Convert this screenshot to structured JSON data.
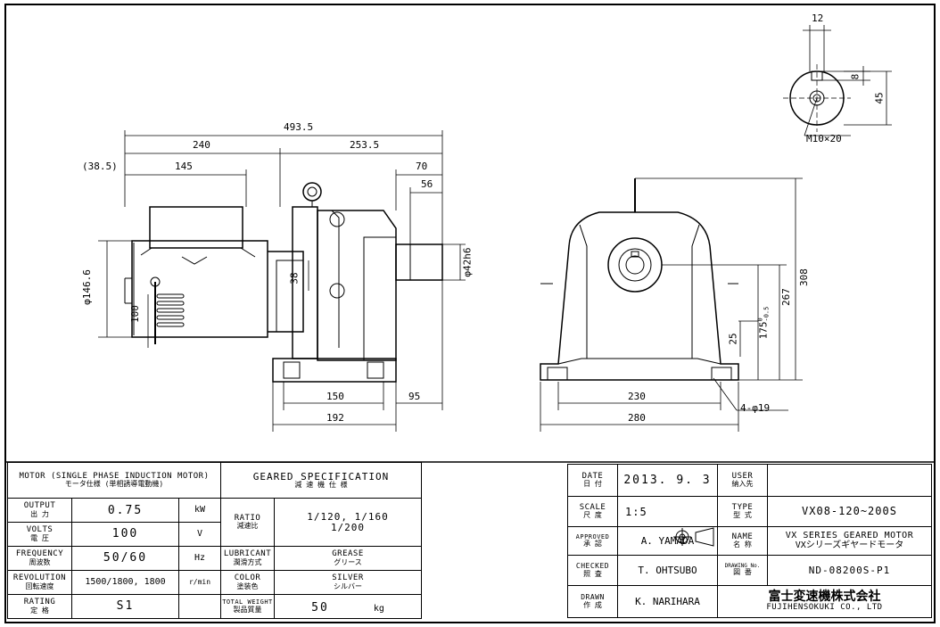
{
  "dimensions": {
    "d493_5": "493.5",
    "d240": "240",
    "d253_5": "253.5",
    "d38_5": "(38.5)",
    "d145": "145",
    "d70": "70",
    "d56": "56",
    "d146_6": "φ146.6",
    "d100": "100",
    "d38": "38",
    "d42h6": "φ42h6",
    "d150": "150",
    "d95": "95",
    "d192": "192",
    "d230": "230",
    "d280": "280",
    "d4_19": "4-φ19",
    "d25": "25",
    "d175": "175",
    "d175_tol_upper": "0",
    "d175_tol_lower": "-0.5",
    "d267": "267",
    "d308": "308",
    "d12": "12",
    "d8": "8",
    "d45": "45",
    "dM10": "M10×20"
  },
  "spec_table": {
    "motor_header_en": "MOTOR (SINGLE PHASE INDUCTION MOTOR)",
    "motor_header_jp": "モータ仕様 (単相誘導電動機)",
    "gear_header_en": "GEARED SPECIFICATION",
    "gear_header_jp": "減 速 機 仕 様",
    "rows": [
      {
        "label_en": "OUTPUT",
        "label_jp": "出 力",
        "value": "0.75",
        "unit": "kW",
        "g_label_en": "RATIO",
        "g_label_jp": "減速比",
        "g_value": "1/120, 1/160\n1/200"
      },
      {
        "label_en": "VOLTS",
        "label_jp": "電 圧",
        "value": "100",
        "unit": "V"
      },
      {
        "label_en": "FREQUENCY",
        "label_jp": "周波数",
        "value": "50/60",
        "unit": "Hz",
        "g_label_en": "LUBRICANT",
        "g_label_jp": "潤滑方式",
        "g_value_en": "GREASE",
        "g_value_jp": "グリース"
      },
      {
        "label_en": "REVOLUTION",
        "label_jp": "回転速度",
        "value": "1500/1800, 1800",
        "unit": "r/min",
        "g_label_en": "COLOR",
        "g_label_jp": "塗装色",
        "g_value_en": "SILVER",
        "g_value_jp": "シルバー"
      },
      {
        "label_en": "RATING",
        "label_jp": "定 格",
        "value": "S1",
        "unit": "",
        "g_label_en": "TOTAL WEIGHT",
        "g_label_jp": "製品質量",
        "g_value": "50",
        "g_unit": "kg"
      }
    ]
  },
  "title_block": {
    "date_en": "DATE",
    "date_jp": "日 付",
    "date": "2013. 9. 3",
    "user_en": "USER",
    "user_jp": "納入先",
    "user": "",
    "scale_en": "SCALE",
    "scale_jp": "尺 度",
    "scale": "1:5",
    "type_en": "TYPE",
    "type_jp": "型 式",
    "type": "VX08-120~200S",
    "approved_en": "APPROVED",
    "approved_jp": "承 認",
    "approved": "A. YAMADA",
    "name_en": "NAME",
    "name_jp": "名 称",
    "name_line1": "VX SERIES GEARED MOTOR",
    "name_line2": "VXシリーズギヤードモータ",
    "checked_en": "CHECKED",
    "checked_jp": "照 査",
    "checked": "T. OHTSUBO",
    "drawing_en": "DRAWING No.",
    "drawing_jp": "図 番",
    "drawing_no": "ND-08200S-P1",
    "drawn_en": "DRAWN",
    "drawn_jp": "作 成",
    "drawn": "K. NARIHARA",
    "company_jp": "富士変速機株式会社",
    "company_en": "FUJIHENSOKUKI CO., LTD"
  }
}
